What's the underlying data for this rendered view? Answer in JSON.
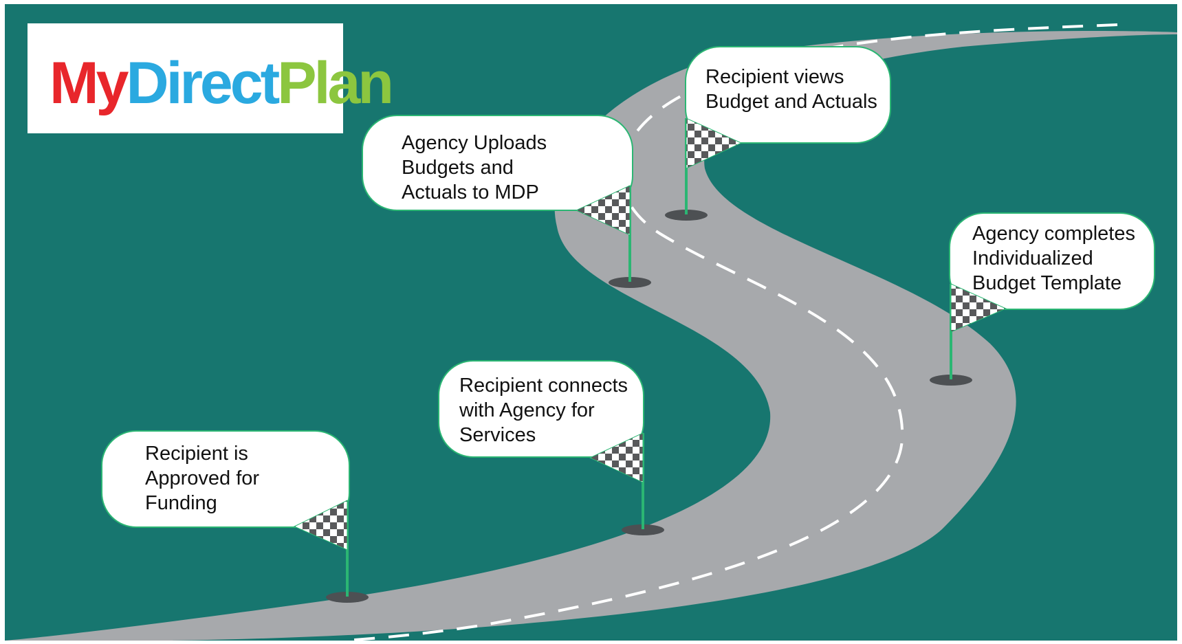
{
  "colors": {
    "background": "#17766f",
    "road": "#a7a9ac",
    "road_marking": "#ffffff",
    "bubble_fill": "#ffffff",
    "bubble_border": "#2bb673",
    "flag_pole": "#2bb673",
    "flag_dark": "#58595b",
    "flag_base": "#4d5053",
    "logo_my": "#e8262b",
    "logo_direct": "#2aa9e0",
    "logo_plan": "#8cc63f"
  },
  "logo": {
    "part1": "My",
    "part2": "Direct",
    "part3": "Plan"
  },
  "milestones": [
    {
      "lines": [
        "Recipient is",
        "Approved for",
        "Funding"
      ],
      "icon": "checkered-flag-icon"
    },
    {
      "lines": [
        "Recipient connects",
        "with Agency for",
        "Services"
      ],
      "icon": "checkered-flag-icon"
    },
    {
      "lines": [
        "Agency completes",
        "Individualized",
        "Budget Template"
      ],
      "icon": "checkered-flag-icon"
    },
    {
      "lines": [
        "Agency Uploads",
        "Budgets and",
        "Actuals to MDP"
      ],
      "icon": "checkered-flag-icon"
    },
    {
      "lines": [
        "Recipient views",
        "Budget and Actuals"
      ],
      "icon": "checkered-flag-icon"
    }
  ]
}
